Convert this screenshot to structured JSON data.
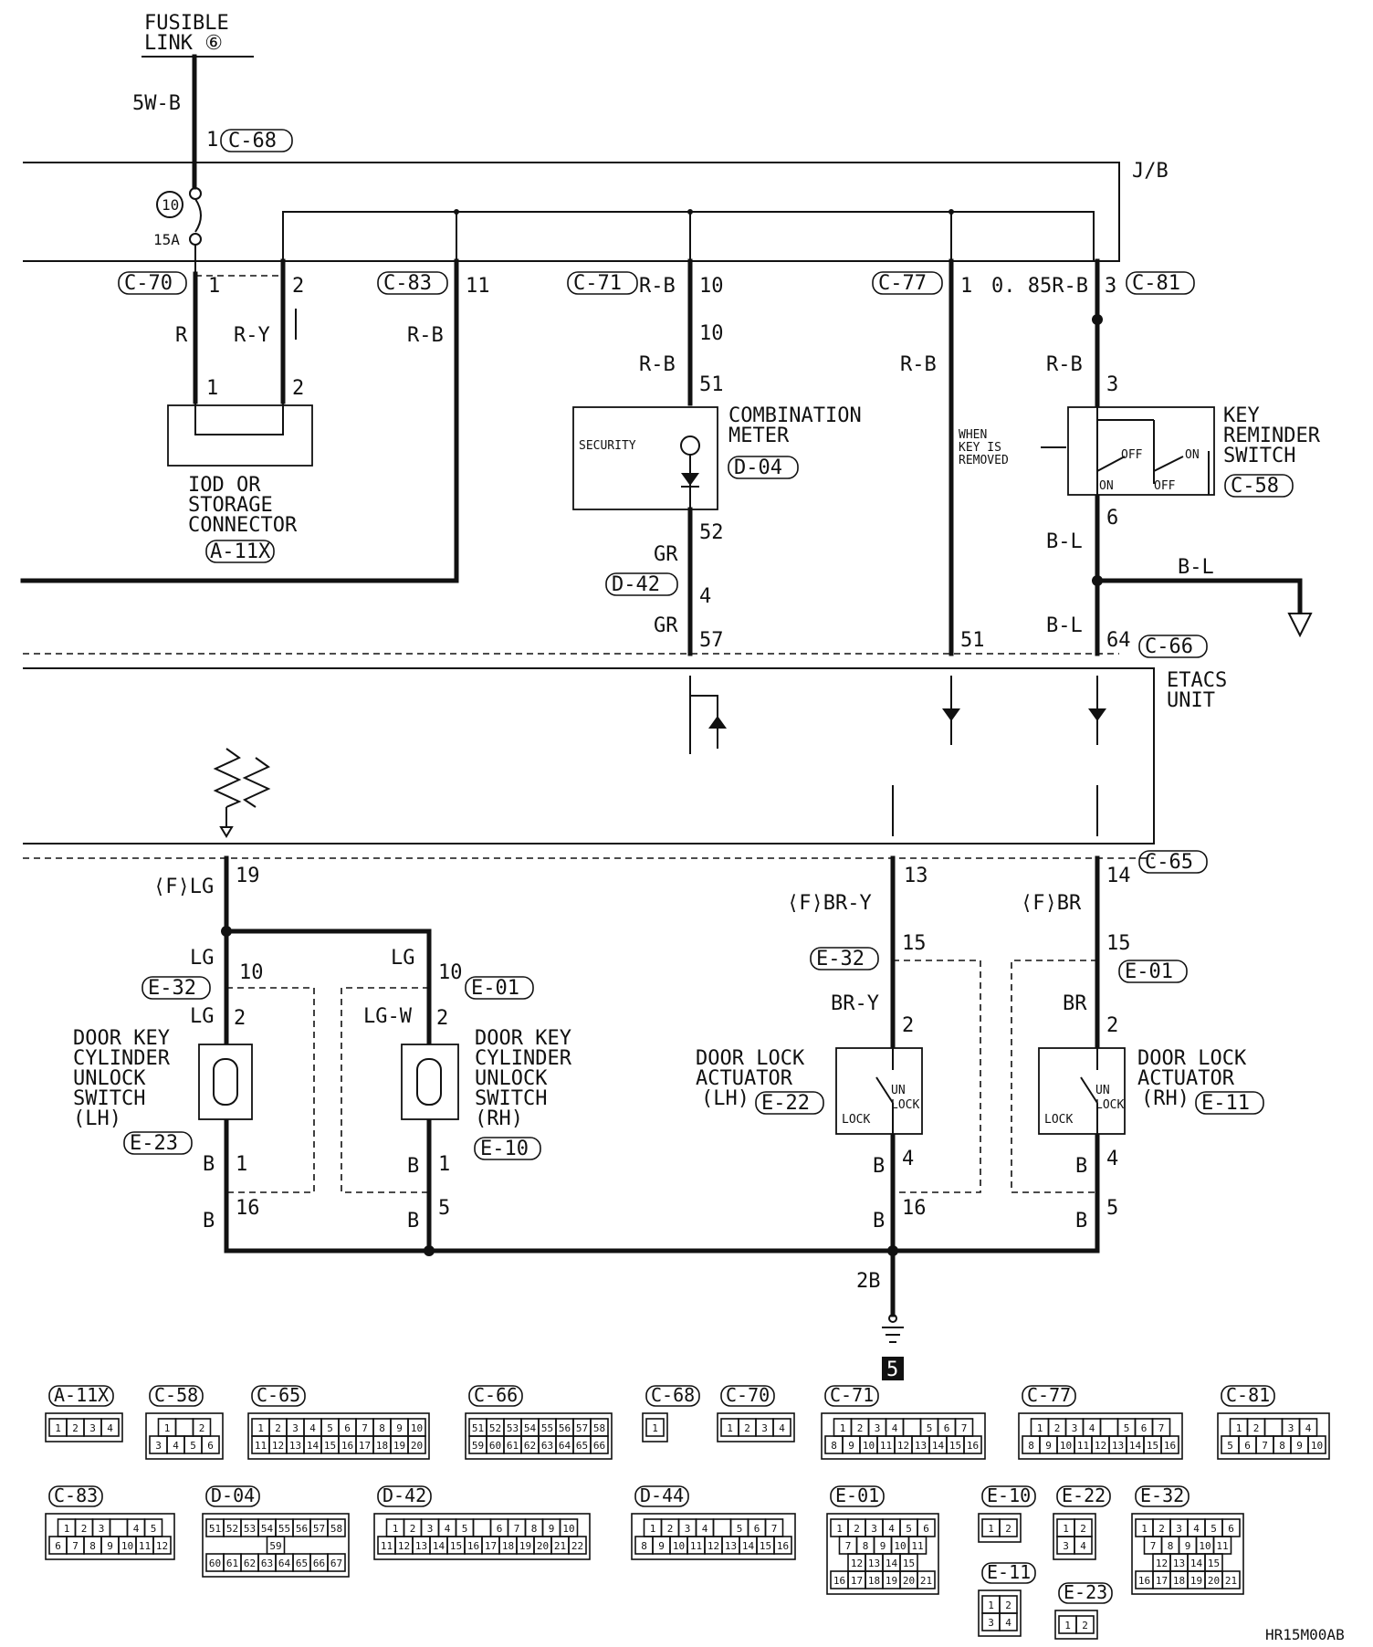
{
  "fusible_link": {
    "line1": "FUSIBLE",
    "line2": "LINK ⑥"
  },
  "jb_label": "J/B",
  "fuse": {
    "number": "10",
    "rating": "15A"
  },
  "etacs": {
    "line1": "ETACS",
    "line2": "UNIT"
  },
  "ground_number": "5",
  "image_code": "HR15M00AB",
  "wire_labels": {
    "w5wb": "5W-B",
    "r": "R",
    "ry": "R-Y",
    "rb": "R-B",
    "gr": "GR",
    "rb085": "0. 85R-B",
    "bl": "B-L",
    "flg": "⟨F⟩LG",
    "lg": "LG",
    "lgw": "LG-W",
    "fbry": "⟨F⟩BR-Y",
    "bry": "BR-Y",
    "fbr": "⟨F⟩BR",
    "br": "BR",
    "b": "B",
    "b2": "2B"
  },
  "connectors": {
    "c68": "C-68",
    "c70": "C-70",
    "c83": "C-83",
    "c71": "C-71",
    "c77": "C-77",
    "c81": "C-81",
    "c58": "C-58",
    "d04": "D-04",
    "d42": "D-42",
    "a11x": "A-11X",
    "c66": "C-66",
    "c65": "C-65",
    "e32": "E-32",
    "e01": "E-01",
    "e23": "E-23",
    "e10": "E-10",
    "e22": "E-22",
    "e11": "E-11"
  },
  "components": {
    "iod": {
      "line1": "IOD OR",
      "line2": "STORAGE",
      "line3": "CONNECTOR"
    },
    "meter": {
      "line1": "COMBINATION",
      "line2": "METER",
      "inner": "SECURITY"
    },
    "key_switch": {
      "line1": "KEY",
      "line2": "REMINDER",
      "line3": "SWITCH",
      "off": "OFF",
      "on": "ON",
      "note1": "WHEN",
      "note2": "KEY IS",
      "note3": "REMOVED"
    },
    "dkc_lh": {
      "line1": "DOOR KEY",
      "line2": "CYLINDER",
      "line3": "UNLOCK",
      "line4": "SWITCH",
      "line5": "(LH)"
    },
    "dkc_rh": {
      "line1": "DOOR KEY",
      "line2": "CYLINDER",
      "line3": "UNLOCK",
      "line4": "SWITCH",
      "line5": "(RH)"
    },
    "dla_lh": {
      "line1": "DOOR LOCK",
      "line2": "ACTUATOR",
      "line3": "(LH)",
      "un": "UN",
      "lock": "LOCK"
    },
    "dla_rh": {
      "line1": "DOOR LOCK",
      "line2": "ACTUATOR",
      "line3": "(RH)",
      "un": "UN",
      "lock": "LOCK"
    }
  },
  "pins": {
    "p1": "1",
    "p2": "2",
    "p3": "3",
    "p4": "4",
    "p5": "5",
    "p6": "6",
    "p10": "10",
    "p11": "11",
    "p13": "13",
    "p14": "14",
    "p15": "15",
    "p16": "16",
    "p19": "19",
    "p51": "51",
    "p52": "52",
    "p57": "57",
    "p64": "64"
  },
  "legend": {
    "row1": [
      {
        "name": "A-11X",
        "rows": [
          [
            "1",
            "2",
            "3",
            "4"
          ]
        ]
      },
      {
        "name": "C-58",
        "rows": [
          [
            "1",
            "",
            "2"
          ],
          [
            "3",
            "4",
            "5",
            "6"
          ]
        ]
      },
      {
        "name": "C-65",
        "rows": [
          [
            "1",
            "2",
            "3",
            "4",
            "5",
            "6",
            "7",
            "8",
            "9",
            "10"
          ],
          [
            "11",
            "12",
            "13",
            "14",
            "15",
            "16",
            "17",
            "18",
            "19",
            "20"
          ]
        ]
      },
      {
        "name": "C-66",
        "rows": [
          [
            "51",
            "52",
            "53",
            "54",
            "55",
            "56",
            "57",
            "58"
          ],
          [
            "59",
            "60",
            "61",
            "62",
            "63",
            "64",
            "65",
            "66"
          ]
        ]
      },
      {
        "name": "C-68",
        "rows": [
          [
            "1"
          ]
        ]
      },
      {
        "name": "C-70",
        "rows": [
          [
            "1",
            "2",
            "3",
            "4"
          ]
        ]
      },
      {
        "name": "C-71",
        "rows": [
          [
            "1",
            "2",
            "3",
            "4",
            "",
            "5",
            "6",
            "7"
          ],
          [
            "8",
            "9",
            "10",
            "11",
            "12",
            "13",
            "14",
            "15",
            "16"
          ]
        ]
      },
      {
        "name": "C-77",
        "rows": [
          [
            "1",
            "2",
            "3",
            "4",
            "",
            "5",
            "6",
            "7"
          ],
          [
            "8",
            "9",
            "10",
            "11",
            "12",
            "13",
            "14",
            "15",
            "16"
          ]
        ]
      },
      {
        "name": "C-81",
        "rows": [
          [
            "1",
            "2",
            "",
            "3",
            "4"
          ],
          [
            "5",
            "6",
            "7",
            "8",
            "9",
            "10"
          ]
        ]
      }
    ],
    "row2": [
      {
        "name": "C-83",
        "rows": [
          [
            "1",
            "2",
            "3",
            "",
            "4",
            "5"
          ],
          [
            "6",
            "7",
            "8",
            "9",
            "10",
            "11",
            "12"
          ]
        ]
      },
      {
        "name": "D-04",
        "rows": [
          [
            "51",
            "52",
            "53",
            "54",
            "55",
            "56",
            "57",
            "58"
          ],
          [
            "59"
          ],
          [
            "60",
            "61",
            "62",
            "63",
            "64",
            "65",
            "66",
            "67"
          ]
        ]
      },
      {
        "name": "D-42",
        "rows": [
          [
            "1",
            "2",
            "3",
            "4",
            "5",
            "",
            "6",
            "7",
            "8",
            "9",
            "10"
          ],
          [
            "11",
            "12",
            "13",
            "14",
            "15",
            "16",
            "17",
            "18",
            "19",
            "20",
            "21",
            "22"
          ]
        ]
      },
      {
        "name": "D-44",
        "rows": [
          [
            "1",
            "2",
            "3",
            "4",
            "",
            "5",
            "6",
            "7"
          ],
          [
            "8",
            "9",
            "10",
            "11",
            "12",
            "13",
            "14",
            "15",
            "16"
          ]
        ]
      },
      {
        "name": "E-01",
        "rows": [
          [
            "1",
            "2",
            "3",
            "4",
            "5",
            "6"
          ],
          [
            "7",
            "8",
            "9",
            "10",
            "11"
          ],
          [
            "12",
            "13",
            "14",
            "15"
          ],
          [
            "16",
            "17",
            "18",
            "19",
            "20",
            "21"
          ]
        ]
      },
      {
        "name": "E-10",
        "rows": [
          [
            "1",
            "2"
          ]
        ]
      },
      {
        "name": "E-22",
        "rows": [
          [
            "1",
            "2"
          ],
          [
            "3",
            "4"
          ]
        ]
      },
      {
        "name": "E-32",
        "rows": [
          [
            "1",
            "2",
            "3",
            "4",
            "5",
            "6"
          ],
          [
            "7",
            "8",
            "9",
            "10",
            "11"
          ],
          [
            "12",
            "13",
            "14",
            "15"
          ],
          [
            "16",
            "17",
            "18",
            "19",
            "20",
            "21"
          ]
        ]
      },
      {
        "name": "E-11",
        "rows": [
          [
            "1",
            "2"
          ],
          [
            "3",
            "4"
          ]
        ]
      },
      {
        "name": "E-23",
        "rows": [
          [
            "1",
            "2"
          ]
        ]
      }
    ]
  }
}
